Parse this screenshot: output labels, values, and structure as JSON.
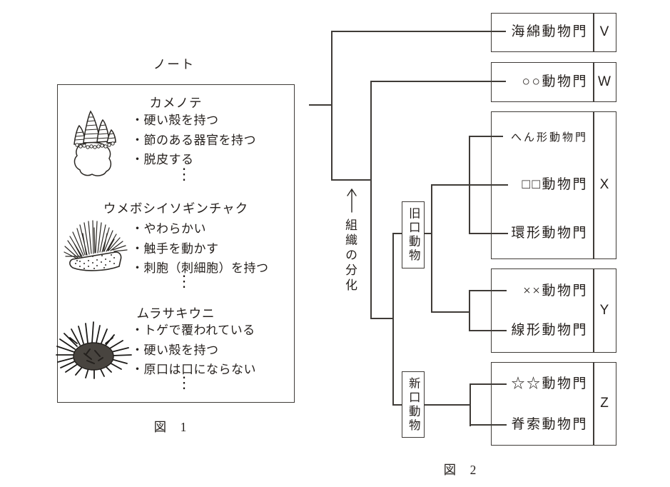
{
  "style": {
    "ink": "#2b2824",
    "line": "#3f3b37",
    "background": "#ffffff"
  },
  "note": {
    "title": "ノート",
    "figure_caption": "図　1",
    "sections": [
      {
        "name": "カメノテ",
        "traits": [
          "・硬い殻を持つ",
          "・節のある器官を持つ",
          "・脱皮する"
        ],
        "more": "⋮",
        "illustration": "goose-barnacle"
      },
      {
        "name": "ウメボシイソギンチャク",
        "traits": [
          "・やわらかい",
          "・触手を動かす",
          "・刺胞（刺細胞）を持つ"
        ],
        "more": "⋮",
        "illustration": "sea-anemone"
      },
      {
        "name": "ムラサキウニ",
        "traits": [
          "・トゲで覆われている",
          "・硬い殻を持つ",
          "・原口は口にならない"
        ],
        "more": "⋮",
        "illustration": "sea-urchin"
      }
    ]
  },
  "tree": {
    "figure_caption": "図　2",
    "axis_label": "組織の分化",
    "protostome_label": "旧口動物",
    "deuterostome_label": "新口動物",
    "groups": [
      {
        "letter": "V",
        "phyla": [
          "海綿動物門"
        ]
      },
      {
        "letter": "W",
        "phyla": [
          "○○動物門"
        ]
      },
      {
        "letter": "X",
        "phyla": [
          "へん形動物門",
          "□□動物門",
          "環形動物門"
        ]
      },
      {
        "letter": "Y",
        "phyla": [
          "××動物門",
          "線形動物門"
        ]
      },
      {
        "letter": "Z",
        "phyla": [
          "☆☆動物門",
          "脊索動物門"
        ]
      }
    ]
  }
}
